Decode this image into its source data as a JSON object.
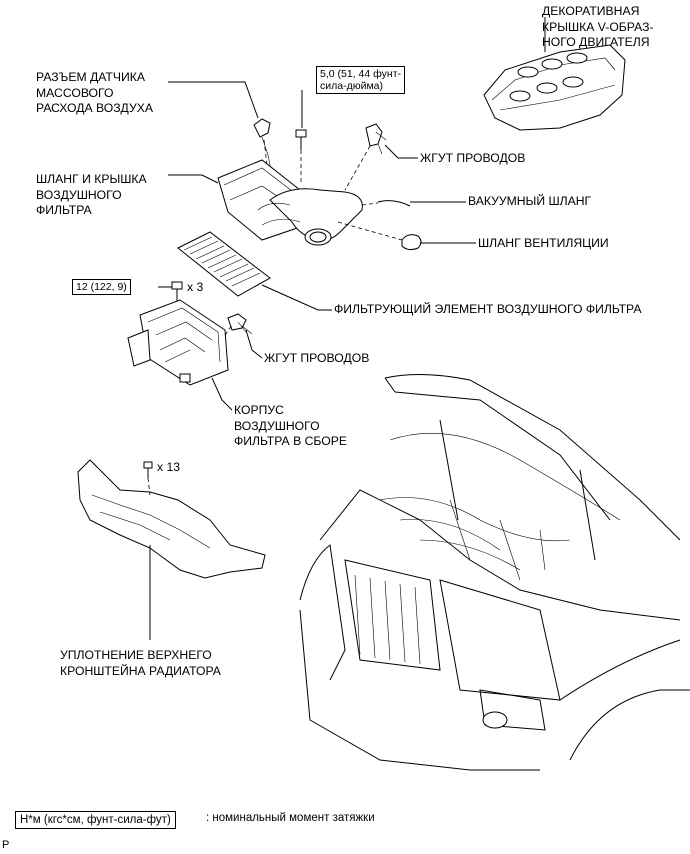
{
  "labels": {
    "engine_cover": "ДЕКОРАТИВНАЯ\nКРЫШКА V-ОБРАЗ-\nНОГО ДВИГАТЕЛЯ",
    "maf_connector": "РАЗЪЕМ ДАТЧИКА\nМАССОВОГО\nРАСХОДА ВОЗДУХА",
    "hose_cap": "ШЛАНГ И КРЫШКА\nВОЗДУШНОГО\nФИЛЬТРА",
    "wire_harness_top": "ЖГУТ ПРОВОДОВ",
    "vacuum_hose": "ВАКУУМНЫЙ ШЛАНГ",
    "vent_hose": "ШЛАНГ ВЕНТИЛЯЦИИ",
    "filter_element": "ФИЛЬТРУЮЩИЙ ЭЛЕМЕНТ ВОЗДУШНОГО ФИЛЬТРА",
    "wire_harness_bottom": "ЖГУТ ПРОВОДОВ",
    "housing": "КОРПУС\nВОЗДУШНОГО\nФИЛЬТРА В СБОРЕ",
    "seal": "УПЛОТНЕНИЕ ВЕРХНЕГО\nКРОНШТЕЙНА РАДИАТОРА"
  },
  "torque": {
    "bolt_top": "5,0 (51, 44 фунт-\nсила-дюйма)",
    "bolt_housing": "12 (122, 9)"
  },
  "quantities": {
    "housing_bolts": "x 3",
    "seal_clips": "x 13"
  },
  "legend": {
    "box": "Н*м (кгс*см, фунт-сила-фут)",
    "text": ": номинальный момент затяжки"
  },
  "page_marker": "P"
}
